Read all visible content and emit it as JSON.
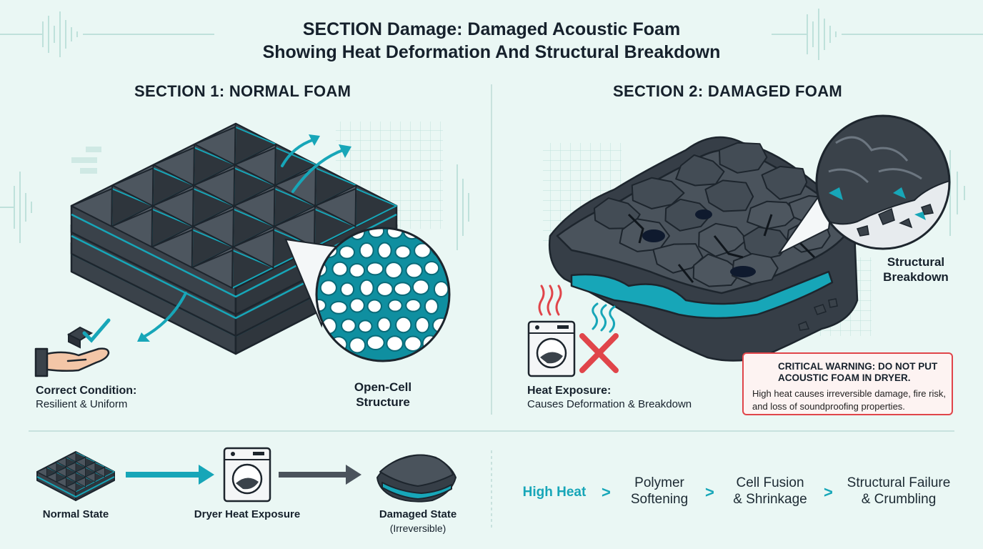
{
  "title": {
    "line1": "SECTION Damage: Damaged Acoustic Foam",
    "line2": "Showing Heat Deformation And Structural Breakdown"
  },
  "section1": {
    "heading": "SECTION 1: NORMAL FOAM",
    "condition_title": "Correct Condition:",
    "condition_text": "Resilient & Uniform",
    "zoom_label_line1": "Open-Cell",
    "zoom_label_line2": "Structure"
  },
  "section2": {
    "heading": "SECTION 2: DAMAGED FOAM",
    "zoom_label_line1": "Structural",
    "zoom_label_line2": "Breakdown",
    "heat_title": "Heat Exposure:",
    "heat_text": "Causes Deformation & Breakdown"
  },
  "warning": {
    "title": "CRITICAL WARNING: DO NOT PUT ACOUSTIC FOAM IN DRYER.",
    "body": "High heat causes irreversible damage, fire risk, and loss of soundproofing properties."
  },
  "process": {
    "normal": "Normal State",
    "dryer": "Dryer Heat Exposure",
    "damaged": "Damaged State",
    "damaged_note": "(Irreversible)"
  },
  "chain": {
    "steps": [
      {
        "line1": "High Heat",
        "line2": ""
      },
      {
        "line1": "Polymer",
        "line2": "Softening"
      },
      {
        "line1": "Cell Fusion",
        "line2": "& Shrinkage"
      },
      {
        "line1": "Structural Failure",
        "line2": "& Crumbling"
      }
    ],
    "separator": ">"
  },
  "colors": {
    "background": "#eaf7f4",
    "accent": "#17a6b8",
    "foam": "#3d4650",
    "warning": "#e0454a"
  },
  "icons": [
    "waveform-icon",
    "hand-icon",
    "check-icon",
    "washer-dryer-icon",
    "cross-icon",
    "heat-waves-icon",
    "warning-triangle-icon",
    "arrow-right-icon",
    "magnifier-icon"
  ]
}
